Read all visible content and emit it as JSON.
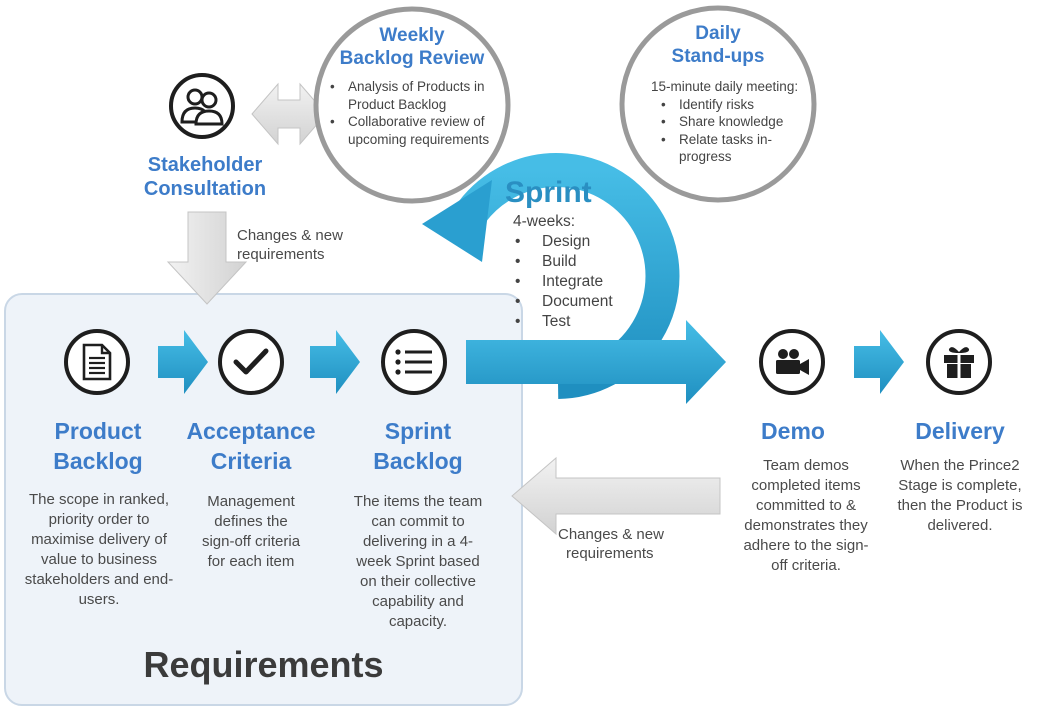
{
  "weekly_review": {
    "title_line1": "Weekly",
    "title_line2": "Backlog Review",
    "items": [
      "Analysis of Products in Product Backlog",
      "Collaborative review of upcoming requirements"
    ]
  },
  "daily_standups": {
    "title_line1": "Daily",
    "title_line2": "Stand-ups",
    "intro": "15-minute daily meeting:",
    "items": [
      "Identify risks",
      "Share knowledge",
      "Relate tasks in-progress"
    ]
  },
  "stakeholder": {
    "title_line1": "Stakeholder",
    "title_line2": "Consultation",
    "changes_note_line1": "Changes & new",
    "changes_note_line2": "requirements"
  },
  "sprint": {
    "title": "Sprint",
    "intro": "4-weeks:",
    "items": [
      "Design",
      "Build",
      "Integrate",
      "Document",
      "Test"
    ]
  },
  "stages": {
    "product_backlog": {
      "title_line1": "Product",
      "title_line2": "Backlog",
      "desc": "The scope in ranked, priority order to maximise delivery of value to business stakeholders and end-users."
    },
    "acceptance_criteria": {
      "title_line1": "Acceptance",
      "title_line2": "Criteria",
      "desc": "Management defines the sign-off criteria for each item"
    },
    "sprint_backlog": {
      "title_line1": "Sprint",
      "title_line2": "Backlog",
      "desc": "The items the team can commit to delivering in a 4-week Sprint based on their collective capability and capacity."
    },
    "demo": {
      "title": "Demo",
      "desc": "Team demos completed items committed to & demonstrates they adhere to the sign-off criteria."
    },
    "delivery": {
      "title": "Delivery",
      "desc": "When the Prince2 Stage is complete, then the Product is delivered."
    }
  },
  "feedback_note_line1": "Changes & new",
  "feedback_note_line2": "requirements",
  "requirements_label": "Requirements",
  "colors": {
    "accent_blue": "#3d7cc9",
    "arrow_teal": "#2aa3d4",
    "arrow_grey": "#d9d9d9",
    "requirements_panel": "#eef3f9"
  },
  "icons": {
    "stakeholder": "people-icon",
    "product_backlog": "document-icon",
    "acceptance_criteria": "checkmark-icon",
    "sprint_backlog": "list-icon",
    "demo": "video-camera-icon",
    "delivery": "gift-icon"
  }
}
